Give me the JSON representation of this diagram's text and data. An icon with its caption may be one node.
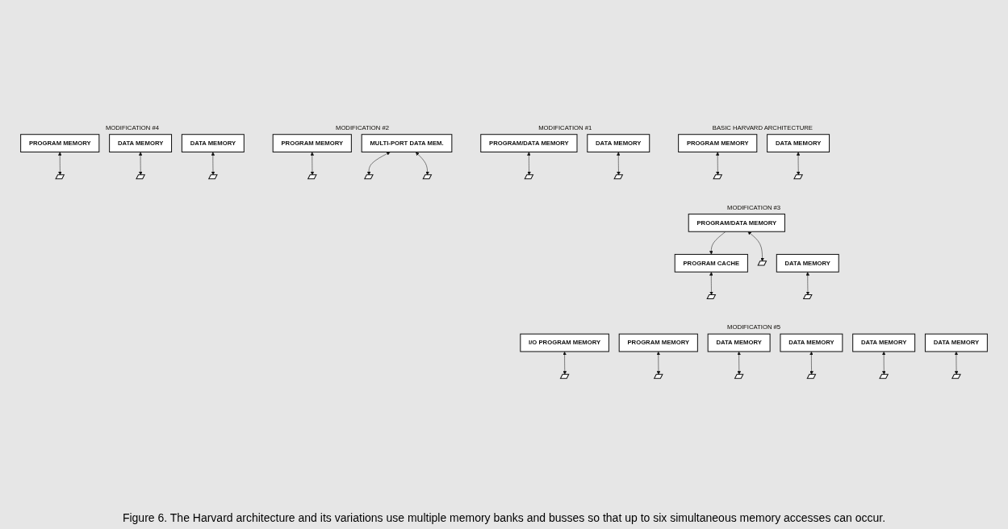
{
  "diagram": {
    "caption": "Figure 6. The Harvard architecture and its variations use multiple memory banks and busses so that up to six simultaneous memory accesses can occur.",
    "nodes": [
      {
        "text": [
          "PROGRAM MEMORY"
        ]
      },
      {
        "text": [
          "DATA MEMORY"
        ]
      },
      {
        "text": [],
        "shape": "parallelogram"
      },
      {
        "text": [],
        "shape": "parallelogram"
      },
      {
        "text": [
          "PROGRAM/DATA MEMORY"
        ]
      },
      {
        "text": [
          "DATA MEMORY"
        ]
      },
      {
        "text": [],
        "shape": "parallelogram"
      },
      {
        "text": [],
        "shape": "parallelogram"
      },
      {
        "text": [
          "PROGRAM MEMORY"
        ]
      },
      {
        "text": [
          "MULTI-PORT DATA MEM."
        ]
      },
      {
        "text": [],
        "shape": "parallelogram"
      },
      {
        "text": [],
        "shape": "parallelogram"
      },
      {
        "text": [],
        "shape": "parallelogram"
      },
      {
        "text": [
          "PROGRAM CACHE"
        ]
      },
      {
        "text": [
          "PROGRAM/DATA MEMORY"
        ]
      },
      {
        "text": [
          "DATA MEMORY"
        ]
      },
      {
        "text": [],
        "shape": "parallelogram"
      },
      {
        "text": [],
        "shape": "parallelogram"
      },
      {
        "text": [],
        "shape": "parallelogram"
      },
      {
        "text": [
          "PROGRAM MEMORY"
        ]
      },
      {
        "text": [
          "DATA MEMORY"
        ]
      },
      {
        "text": [
          "DATA MEMORY"
        ]
      },
      {
        "text": [],
        "shape": "parallelogram"
      },
      {
        "text": [],
        "shape": "parallelogram"
      },
      {
        "text": [],
        "shape": "parallelogram"
      },
      {
        "text": [
          "I/O PROGRAM MEMORY"
        ]
      },
      {
        "text": [
          "PROGRAM MEMORY"
        ]
      },
      {
        "text": [
          "DATA MEMORY"
        ]
      },
      {
        "text": [
          "DATA MEMORY"
        ]
      },
      {
        "text": [
          "DATA MEMORY"
        ]
      },
      {
        "text": [
          "DATA MEMORY"
        ]
      },
      {
        "text": [],
        "shape": "parallelogram"
      },
      {
        "text": [],
        "shape": "parallelogram"
      },
      {
        "text": [],
        "shape": "parallelogram"
      },
      {
        "text": [],
        "shape": "parallelogram"
      },
      {
        "text": [],
        "shape": "parallelogram"
      },
      {
        "text": [],
        "shape": "parallelogram"
      }
    ],
    "edges": [
      {
        "from": 0,
        "to": 2,
        "arrow": "both"
      },
      {
        "from": 1,
        "to": 3,
        "arrow": "both"
      },
      {
        "from": 4,
        "to": 6,
        "arrow": "both"
      },
      {
        "from": 5,
        "to": 7,
        "arrow": "both"
      },
      {
        "from": 8,
        "to": 10,
        "arrow": "both"
      },
      {
        "from": 9,
        "to": 11,
        "arrow": "both"
      },
      {
        "from": 9,
        "to": 12,
        "arrow": "both"
      },
      {
        "from": 14,
        "to": 13,
        "arrow": "to"
      },
      {
        "from": 13,
        "to": 16,
        "arrow": "both"
      },
      {
        "from": 14,
        "to": 17,
        "arrow": "both"
      },
      {
        "from": 15,
        "to": 18,
        "arrow": "both"
      },
      {
        "from": 19,
        "to": 22,
        "arrow": "both"
      },
      {
        "from": 20,
        "to": 23,
        "arrow": "both"
      },
      {
        "from": 21,
        "to": 24,
        "arrow": "both"
      },
      {
        "from": 25,
        "to": 31,
        "arrow": "both"
      },
      {
        "from": 26,
        "to": 32,
        "arrow": "both"
      },
      {
        "from": 27,
        "to": 33,
        "arrow": "both"
      },
      {
        "from": 28,
        "to": 34,
        "arrow": "both"
      },
      {
        "from": 29,
        "to": 35,
        "arrow": "both"
      },
      {
        "from": 30,
        "to": 36,
        "arrow": "both"
      }
    ],
    "labels": [
      "BASIC HARVARD ARCHITECTURE",
      "MODIFICATION #1",
      "MODIFICATION #2",
      "MODIFICATION #3",
      "MODIFICATION #4",
      "MODIFICATION #5"
    ]
  }
}
